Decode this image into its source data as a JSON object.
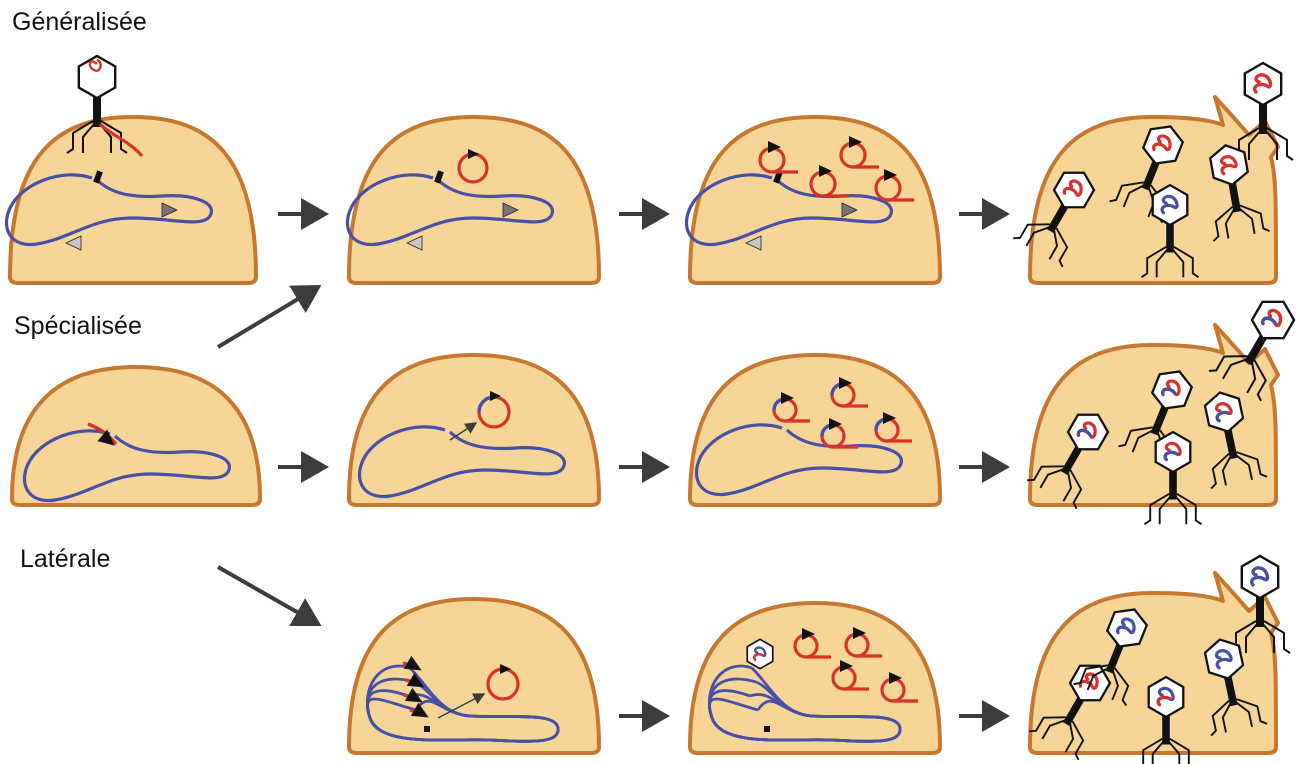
{
  "labels": {
    "generalisee": "Généralisée",
    "specialisee": "Spécialisée",
    "laterale": "Latérale"
  },
  "colors": {
    "cell_fill": "#f6d596",
    "cell_stroke": "#c8782e",
    "chromosome": "#4650a6",
    "phage_dna": "#d9312b",
    "arrow": "#3c3c3c",
    "phage": "#111111",
    "marker_light": "#c7c7c7",
    "marker_dark": "#777777"
  },
  "rows": [
    {
      "name": "generalisee",
      "stages": [
        "adsorption",
        "circularisation",
        "replication",
        "lysis"
      ]
    },
    {
      "name": "specialisee",
      "stages": [
        "integrated-prophage",
        "excision",
        "replication",
        "lysis"
      ]
    },
    {
      "name": "laterale",
      "stages": [
        "in-situ-replication",
        "packaging",
        "lysis"
      ]
    }
  ]
}
